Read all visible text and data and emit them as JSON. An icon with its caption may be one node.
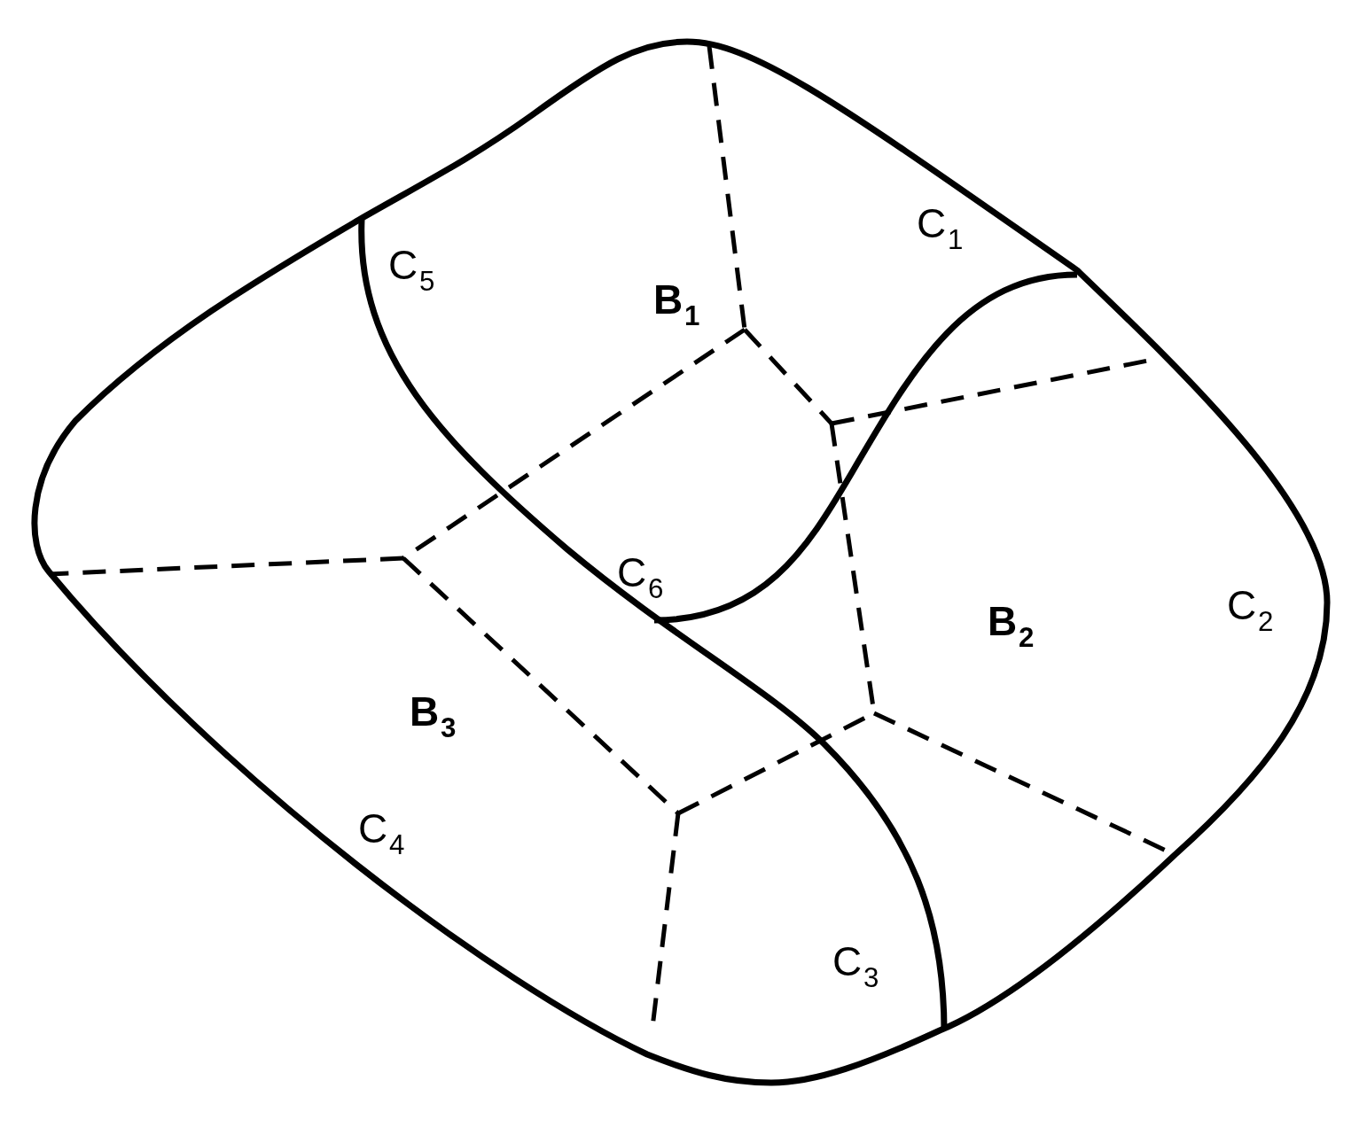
{
  "diagram": {
    "labels": [
      "C$_{1}$",
      "C$_{5}$",
      "B$_{1}$",
      "C$_{6}$",
      "C$_{2}$",
      "B$_{2}$",
      "B$_{3}$",
      "C$_{4}$",
      "C$_{3}$"
    ]
  }
}
